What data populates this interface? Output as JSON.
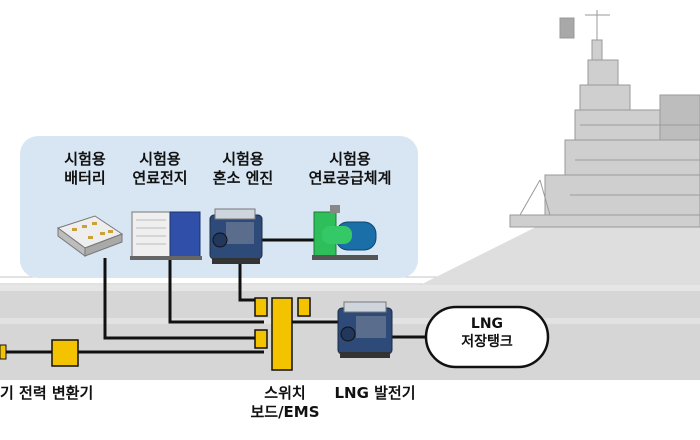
{
  "test_panel": {
    "battery": [
      "시험용",
      "배터리"
    ],
    "fuel_cell": [
      "시험용",
      "연료전지"
    ],
    "hybrid_engine": [
      "시험용",
      "혼소 엔진"
    ],
    "fuel_supply": [
      "시험용",
      "연료공급체계"
    ]
  },
  "lng_tank": [
    "LNG",
    "저장탱크"
  ],
  "power_converter": "기 전력 변환기",
  "switchboard": [
    "스위치",
    "보드/EMS"
  ],
  "lng_generator": "LNG 발전기",
  "colors": {
    "panel_bg": "#d8e6f4",
    "switch_yellow": "#f3c300",
    "line": "#111111",
    "ship_gray": "#c8c8c8",
    "hull_band": "#d4d4d4"
  }
}
